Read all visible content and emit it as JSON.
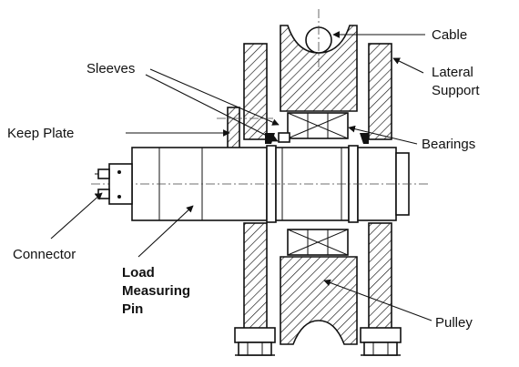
{
  "labels": {
    "cable": "Cable",
    "sleeves": "Sleeves",
    "lateral_support_1": "Lateral",
    "lateral_support_2": "Support",
    "keep_plate": "Keep Plate",
    "bearings": "Bearings",
    "connector": "Connector",
    "load_pin_1": "Load",
    "load_pin_2": "Measuring",
    "load_pin_3": "Pin",
    "pulley": "Pulley"
  }
}
